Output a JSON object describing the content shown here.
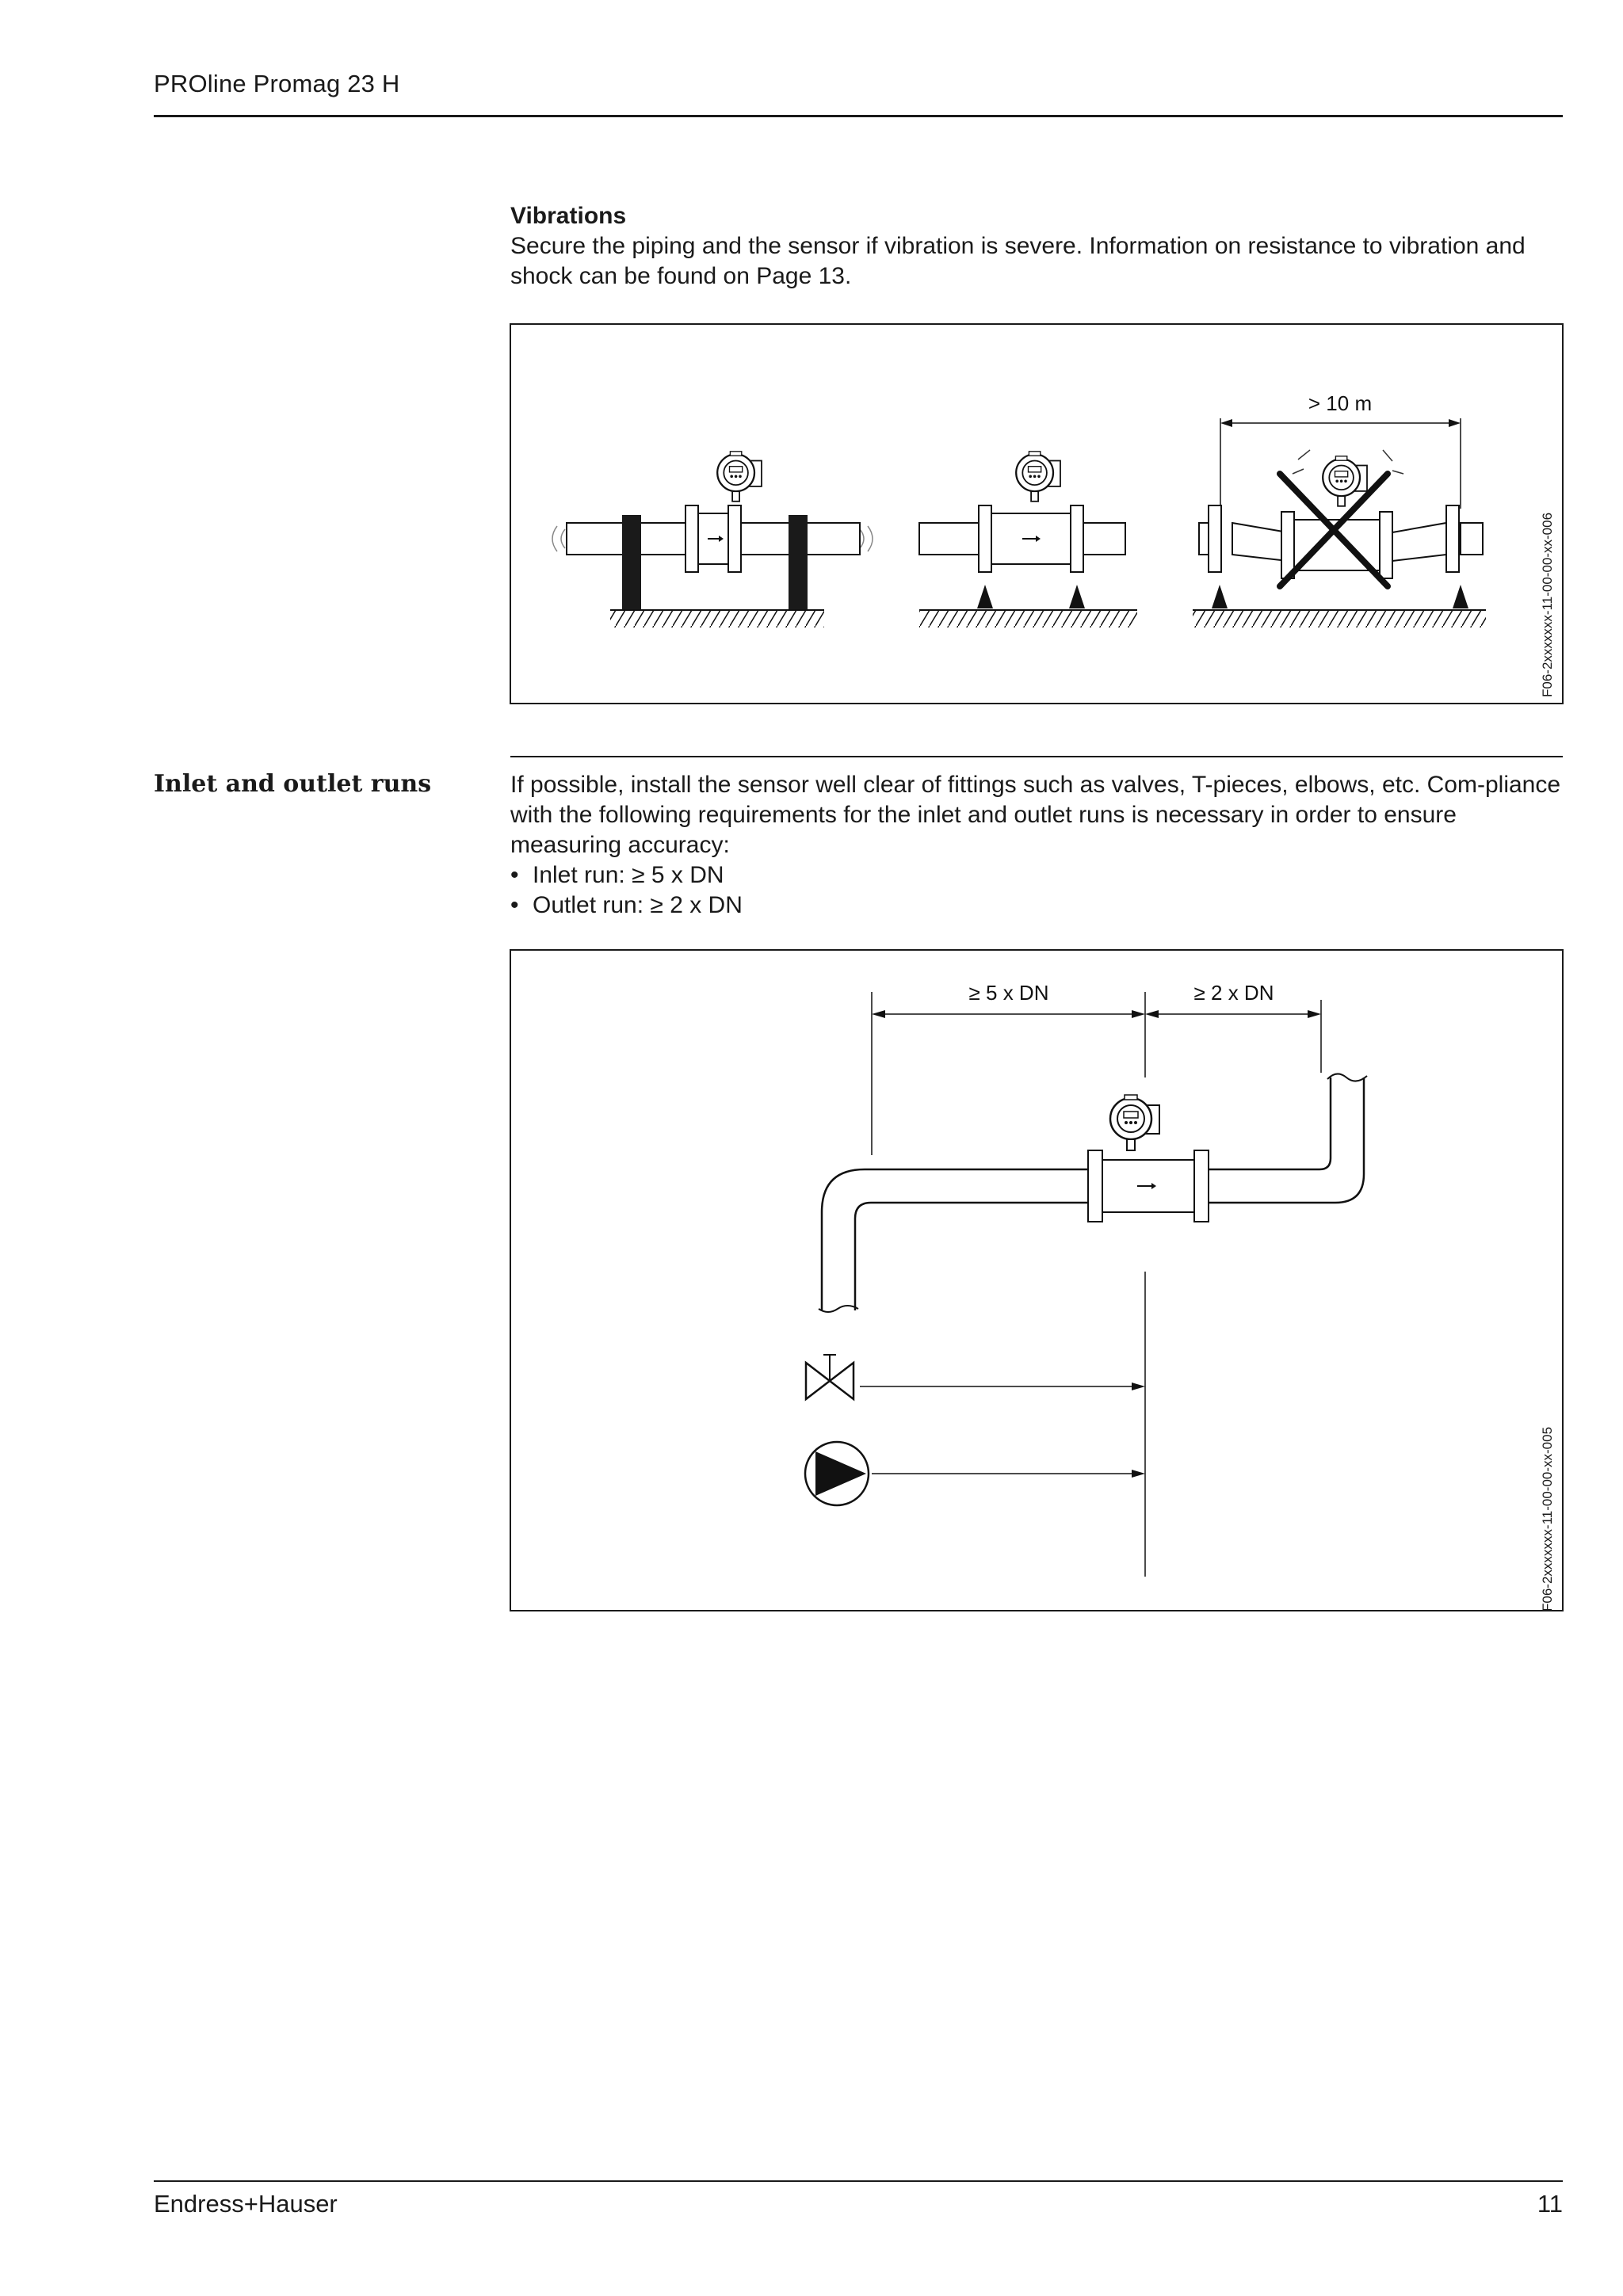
{
  "header": {
    "title": "PROline Promag 23 H"
  },
  "vibrations": {
    "heading": "Vibrations",
    "text": "Secure the piping and the sensor if vibration is severe. Information on resistance to vibration and shock can be found on Page 13.",
    "figure": {
      "dimension_label": "> 10 m",
      "code": "F06-2xxxxxxx-11-00-00-xx-006"
    }
  },
  "inlet_outlet": {
    "heading": "Inlet and outlet runs",
    "text": "If possible, install the sensor well clear of fittings such as valves, T-pieces, elbows, etc. Com-pliance with the following requirements for the inlet and outlet runs is necessary in order to ensure measuring accuracy:",
    "bullets": [
      "Inlet run: ≥ 5 x DN",
      "Outlet run: ≥ 2 x DN"
    ],
    "figure": {
      "inlet_label": "≥ 5 x DN",
      "outlet_label": "≥ 2 x DN",
      "code": "F06-2xxxxxxx-11-00-00-xx-005"
    }
  },
  "footer": {
    "brand": "Endress+Hauser",
    "page_number": "11"
  }
}
